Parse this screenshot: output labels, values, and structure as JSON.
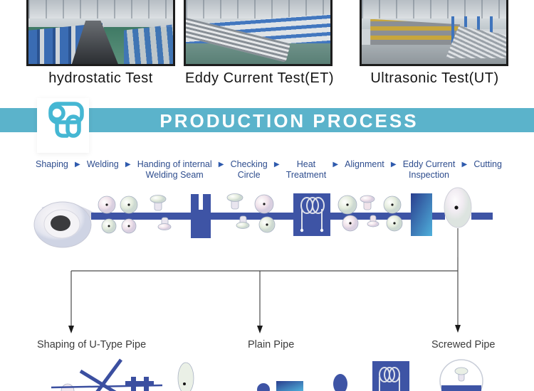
{
  "tests": {
    "items": [
      {
        "caption": "hydrostatic Test",
        "photo": "factory-hydrostatic-test-line"
      },
      {
        "caption": "Eddy Current Test(ET)",
        "photo": "factory-eddy-current-test-line"
      },
      {
        "caption": "Ultrasonic Test(UT)",
        "photo": "factory-ultrasonic-test-line"
      }
    ]
  },
  "banner": {
    "title": "PRODUCTION PROCESS",
    "logo_icon": "to-monogram-logo"
  },
  "process_flow": {
    "separator_glyph": "▶",
    "separator_icon": "arrow-right-triangle-icon",
    "steps": [
      {
        "label": "Shaping"
      },
      {
        "label": "Welding"
      },
      {
        "label": "Handing of internal\nWelding Seam"
      },
      {
        "label": "Checking\nCircle"
      },
      {
        "label": "Heat\nTreatment"
      },
      {
        "label": "Alignment"
      },
      {
        "label": "Eddy Current\nInspection"
      },
      {
        "label": "Cutting"
      }
    ]
  },
  "diagram": {
    "station_icons": [
      "steel-strip-coil-icon",
      "forming-roller-pair-icon",
      "edge-spool-roller-icon",
      "welding-station-icon",
      "seam-roller-pair-icon",
      "heat-treatment-coil-box-icon",
      "alignment-roller-pair-icon",
      "guide-spool-roller-icon",
      "straightening-roller-pair-icon",
      "eddy-current-inspection-box-icon",
      "cutting-disc-icon"
    ],
    "outputs": [
      {
        "label": "Shaping of U-Type Pipe"
      },
      {
        "label": "Plain Pipe"
      },
      {
        "label": "Screwed Pipe"
      }
    ]
  },
  "colors": {
    "banner_teal": "#5bb3cb",
    "logo_cyan": "#45b7d3",
    "flow_text_navy": "#2e4d8e",
    "flow_arrow_blue": "#2e5aad",
    "diagram_blue": "#3e54a5",
    "inspection_box_gradient": [
      "#2a3e8e",
      "#4fb0db"
    ],
    "connector_line": "#4a4a4a",
    "caption_text": "#141414",
    "output_label_text": "#3c3c3c"
  }
}
